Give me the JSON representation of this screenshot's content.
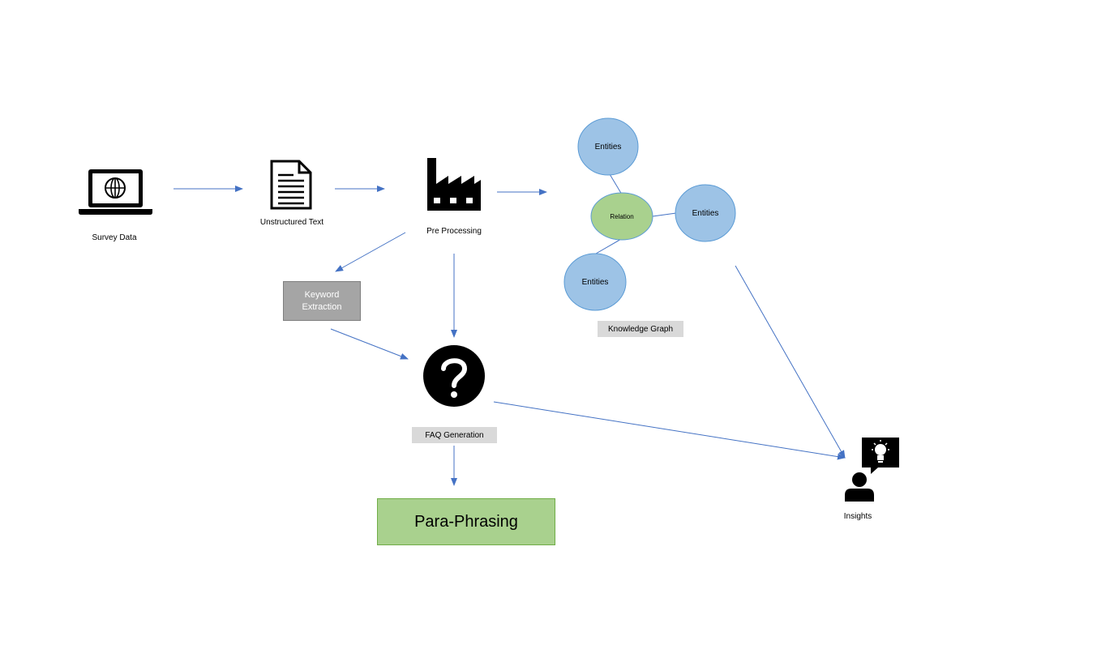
{
  "nodes": {
    "survey_data": "Survey Data",
    "unstructured_text": "Unstructured Text",
    "pre_processing": "Pre Processing",
    "keyword_extraction_line1": "Keyword",
    "keyword_extraction_line2": "Extraction",
    "faq_generation": "FAQ Generation",
    "para_phrasing": "Para-Phrasing",
    "knowledge_graph": "Knowledge Graph",
    "insights": "Insights"
  },
  "graph": {
    "entity_top": "Entities",
    "entity_right": "Entities",
    "entity_bottom": "Entities",
    "relation": "Relation"
  },
  "icons": {
    "survey_data": "laptop-globe-icon",
    "unstructured_text": "document-icon",
    "pre_processing": "factory-icon",
    "faq_generation": "question-mark-icon",
    "insights": "person-idea-icon"
  },
  "colors": {
    "arrow": "#4472c4",
    "entity_fill": "#9dc3e6",
    "relation_fill": "#a9d18e",
    "tag_gray": "#d9d9d9",
    "keyword_box": "#a5a5a5",
    "para_box": "#a9d18e"
  }
}
